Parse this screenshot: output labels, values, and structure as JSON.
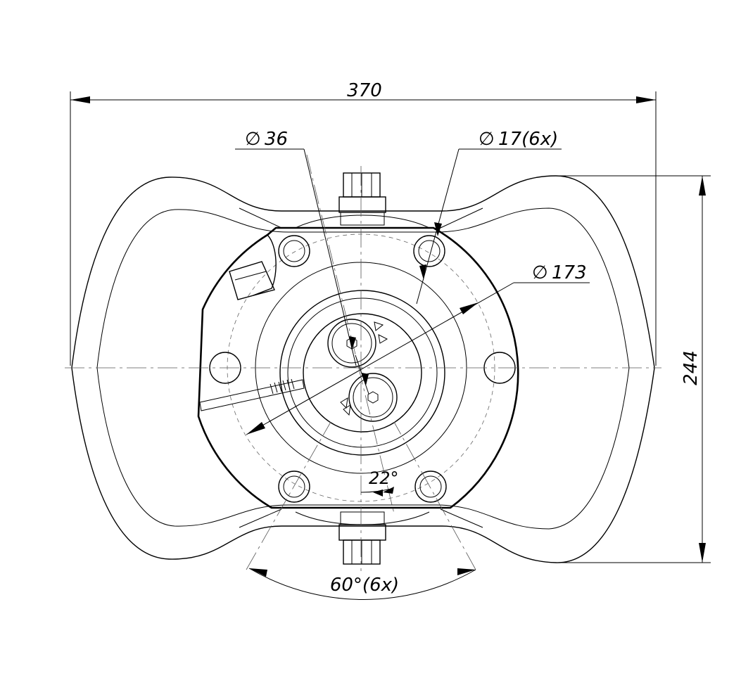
{
  "drawing": {
    "dimensions": {
      "overall_width": "370",
      "overall_height": "244",
      "small_bore": "36",
      "hole_diameter": "17(6x)",
      "pitch_circle": "173",
      "angle_offset": "22°",
      "angle_spacing": "60°(6x)"
    },
    "diameter_symbol": "∅"
  }
}
